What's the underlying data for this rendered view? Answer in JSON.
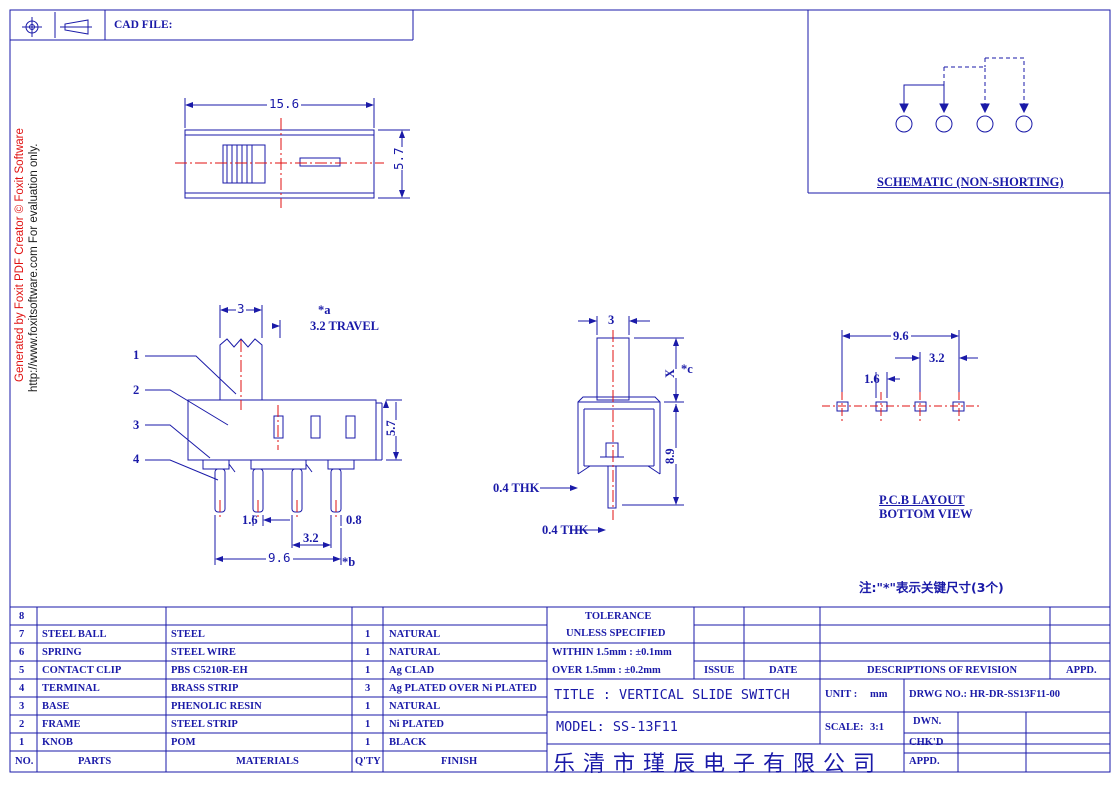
{
  "header": {
    "cad_file_label": "CAD FILE:"
  },
  "watermark": {
    "line1": "Generated by Foxit PDF Creator © Foxit Software",
    "line2": "http://www.foxitsoftware.com   For evaluation only."
  },
  "top_view": {
    "width_dim": "15.6",
    "height_dim": "5.7"
  },
  "schematic": {
    "caption": "SCHEMATIC (NON-SHORTING)"
  },
  "front_view": {
    "knob_width": "3",
    "travel_note": "*a",
    "travel": "3.2 TRAVEL",
    "height_dim": "5.7",
    "callouts": [
      "1",
      "2",
      "3",
      "4"
    ],
    "pin_width": "1.6",
    "pin_pitch": "3.2",
    "pin_thk": "0.8",
    "pin_span": "9.6",
    "span_note": "*b"
  },
  "side_view": {
    "knob_width": "3",
    "x_label": "X",
    "x_note": "*c",
    "height_dim": "8.9",
    "thk_upper": "0.4 THK",
    "thk_lower": "0.4 THK"
  },
  "pcb": {
    "span": "9.6",
    "pitch": "3.2",
    "pad_width": "1.6",
    "title_line1": "P.C.B LAYOUT",
    "title_line2": "BOTTOM VIEW"
  },
  "note": "注:\"*\"表示关键尺寸(3个)",
  "bom": {
    "headers": [
      "NO.",
      "PARTS",
      "MATERIALS",
      "Q'TY",
      "FINISH"
    ],
    "rows": [
      {
        "no": "8",
        "part": "",
        "material": "",
        "qty": "",
        "finish": ""
      },
      {
        "no": "7",
        "part": "STEEL BALL",
        "material": "STEEL",
        "qty": "1",
        "finish": "NATURAL"
      },
      {
        "no": "6",
        "part": "SPRING",
        "material": "STEEL WIRE",
        "qty": "1",
        "finish": "NATURAL"
      },
      {
        "no": "5",
        "part": "CONTACT CLIP",
        "material": "PBS C5210R-EH",
        "qty": "1",
        "finish": "Ag CLAD"
      },
      {
        "no": "4",
        "part": "TERMINAL",
        "material": "BRASS STRIP",
        "qty": "3",
        "finish": "Ag PLATED OVER Ni PLATED"
      },
      {
        "no": "3",
        "part": "BASE",
        "material": "PHENOLIC RESIN",
        "qty": "1",
        "finish": "NATURAL"
      },
      {
        "no": "2",
        "part": "FRAME",
        "material": "STEEL STRIP",
        "qty": "1",
        "finish": "Ni PLATED"
      },
      {
        "no": "1",
        "part": "KNOB",
        "material": "POM",
        "qty": "1",
        "finish": "BLACK"
      }
    ]
  },
  "tolerance": {
    "line1": "TOLERANCE",
    "line2": "UNLESS  SPECIFIED",
    "line3": "WITHIN 1.5mm : ±0.1mm",
    "line4": "OVER 1.5mm : ±0.2mm"
  },
  "revision": {
    "issue": "ISSUE",
    "date": "DATE",
    "descriptions": "DESCRIPTIONS OF REVISION",
    "appd": "APPD."
  },
  "title_block": {
    "title": "TITLE : VERTICAL SLIDE SWITCH",
    "unit_label": "UNIT :",
    "unit": "mm",
    "drawing_no": "DRWG NO.: HR-DR-SS13F11-00",
    "model": "MODEL: SS-13F11",
    "scale_label": "SCALE:",
    "scale": "3:1",
    "dwn": "DWN.",
    "chkd": "CHK'D",
    "appd": "APPD.",
    "company": "乐清市瑾辰电子有限公司"
  }
}
